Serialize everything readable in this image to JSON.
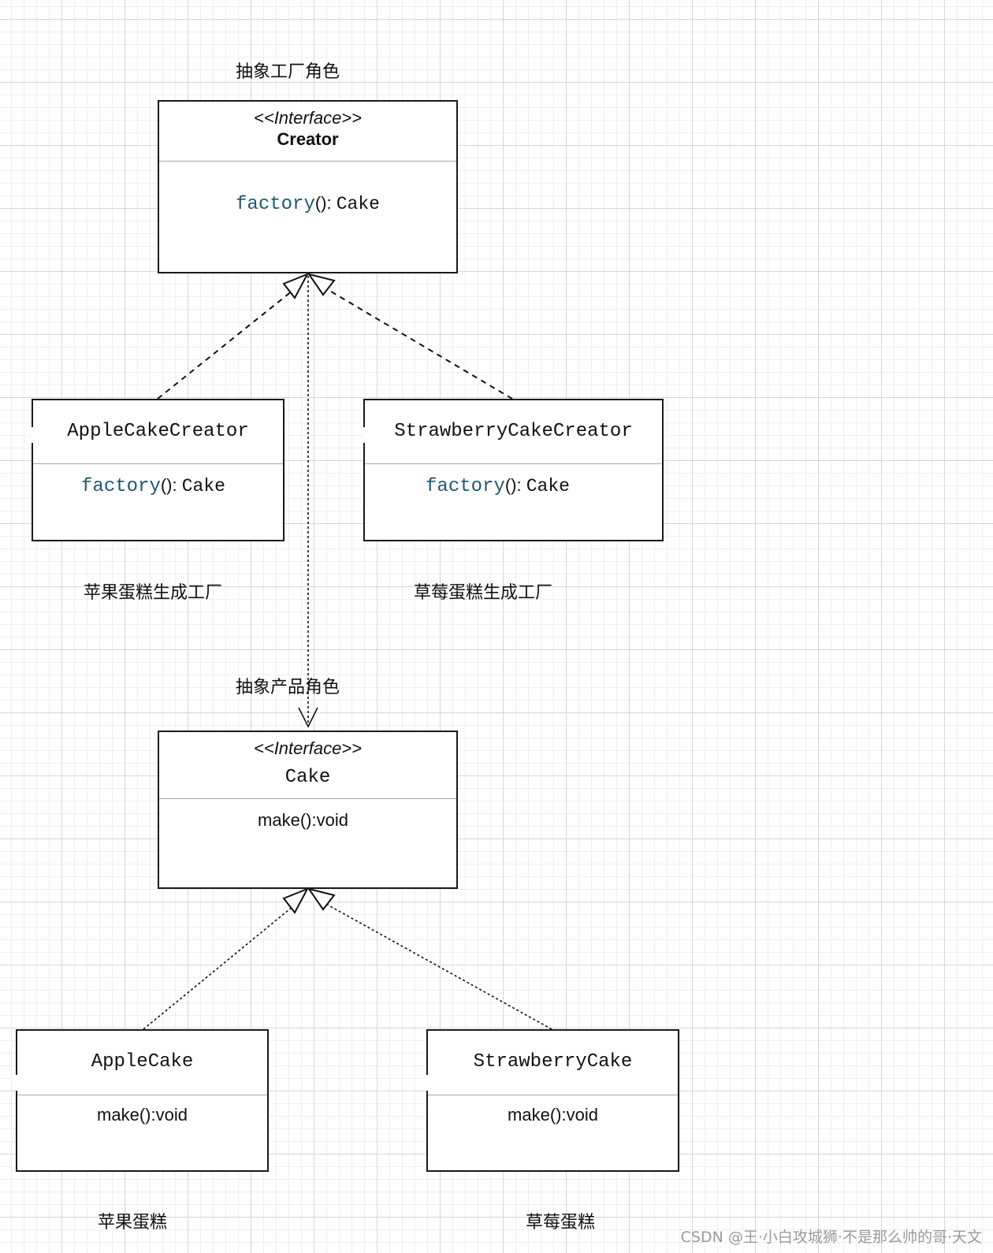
{
  "captions": {
    "abstract_factory": "抽象工厂角色",
    "apple_factory": "苹果蛋糕生成工厂",
    "strawberry_factory": "草莓蛋糕生成工厂",
    "abstract_product": "抽象产品角色",
    "apple_cake": "苹果蛋糕",
    "strawberry_cake": "草莓蛋糕"
  },
  "classes": {
    "creator": {
      "stereotype": "<<Interface>>",
      "name": "Creator",
      "method": {
        "name": "factory",
        "params": "(): ",
        "returns": "Cake"
      }
    },
    "apple_cake_creator": {
      "name": "AppleCakeCreator",
      "method": {
        "name": "factory",
        "params": "(): ",
        "returns": "Cake"
      }
    },
    "strawberry_cake_creator": {
      "name": "StrawberryCakeCreator",
      "method": {
        "name": "factory",
        "params": "(): ",
        "returns": "Cake"
      }
    },
    "cake": {
      "stereotype": "<<Interface>>",
      "name": "Cake",
      "method": "make():void"
    },
    "apple_cake": {
      "name": "AppleCake",
      "method": "make():void"
    },
    "strawberry_cake": {
      "name": "StrawberryCake",
      "method": "make():void"
    }
  },
  "watermark": "CSDN @王·小白攻城狮·不是那么帅的哥·天文",
  "colors": {
    "keyword": "#1d5a72",
    "border": "#1a1a1a"
  }
}
